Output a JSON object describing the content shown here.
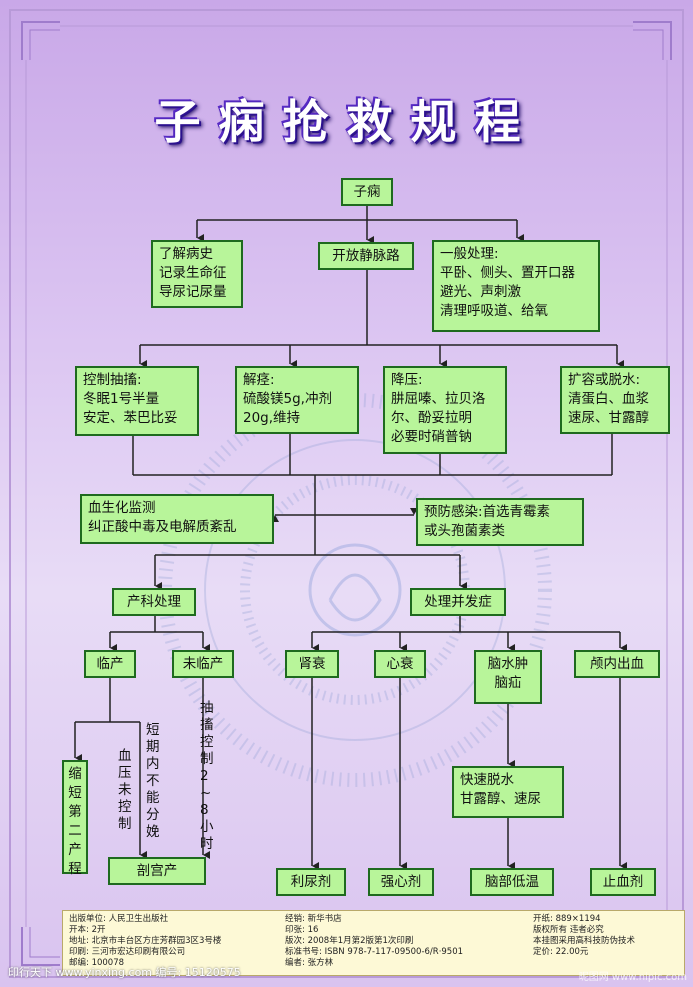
{
  "title": "子痫抢救规程",
  "nodes": {
    "root": "子痫",
    "history": "了解病史\n记录生命征\n导尿记尿量",
    "iv": "开放静脉路",
    "general": "一般处理:\n平卧、侧头、置开口器\n避光、声刺激\n清理呼吸道、给氧",
    "convulsion": "控制抽搐:\n冬眠1号半量\n安定、苯巴比妥",
    "spasm": "解痉:\n硫酸镁5g,冲剂\n20g,维持",
    "bp": "降压:\n肼屈嗪、拉贝洛\n尔、酚妥拉明\n必要时硝普钠",
    "volume": "扩容或脱水:\n清蛋白、血浆\n速尿、甘露醇",
    "biochem": "血生化监测\n纠正酸中毒及电解质紊乱",
    "infection": "预防感染:首选青霉素\n或头孢菌素类",
    "obstetric": "产科处理",
    "complication": "处理并发症",
    "in_labor": "临产",
    "not_labor": "未临产",
    "renal": "肾衰",
    "heart": "心衰",
    "brain": "脑水肿\n脑疝",
    "ich": "颅内出血",
    "shorten": "缩短第二产程",
    "bp_uncontrolled": "血压未控制",
    "no_delivery": "短期内不能分娩",
    "convulsion_hours": "抽搐控制2~8小时",
    "cesarean": "剖宫产",
    "dehydrate": "快速脱水\n甘露醇、速尿",
    "diuretic": "利尿剂",
    "cardiac": "强心剂",
    "cooling": "脑部低温",
    "hemostatic": "止血剂"
  },
  "footer": {
    "col1": [
      "出版单位: 人民卫生出版社",
      "开本: 2开",
      "地址: 北京市丰台区方庄芳群园3区3号楼",
      "印刷: 三河市宏达印刷有限公司",
      "邮编: 100078"
    ],
    "col2": [
      "经销: 新华书店",
      "印张: 16",
      "版次: 2008年1月第2版第1次印刷",
      "标准书号: ISBN 978-7-117-09500-6/R·9501",
      "编者: 张方林"
    ],
    "col3": [
      "开纸: 889×1194",
      "版权所有   违者必究",
      "本挂图采用高科技防伪技术",
      "定价: 22.00元"
    ]
  },
  "watermark_text": "昵图网 www.nipic.com",
  "site_text": "印行天下 www.yinxing.com   编号: 15120575",
  "colors": {
    "box_fill": "#b8f59a",
    "box_border": "#1e6a1e",
    "footer_fill": "#fdf9d6"
  }
}
